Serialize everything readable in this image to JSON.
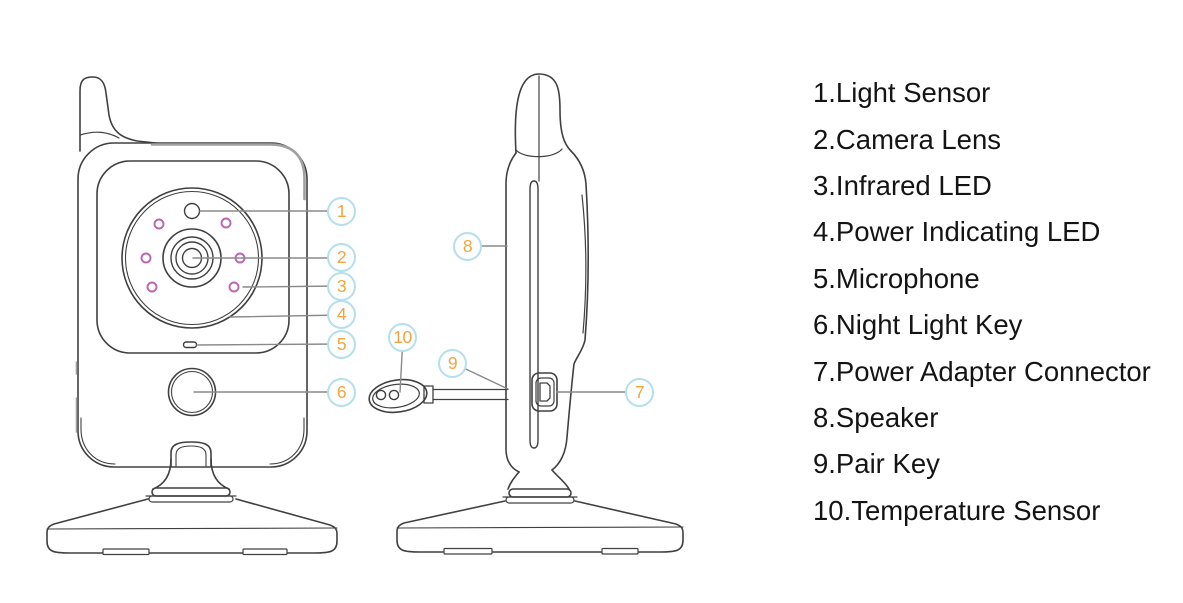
{
  "figure": {
    "views": [
      {
        "name": "front view of camera unit"
      },
      {
        "name": "side view of camera unit"
      }
    ]
  },
  "legend": {
    "items": [
      {
        "num": "1",
        "label": "Light Sensor",
        "text": "1.Light Sensor"
      },
      {
        "num": "2",
        "label": "Camera Lens",
        "text": "2.Camera Lens"
      },
      {
        "num": "3",
        "label": "Infrared LED",
        "text": "3.Infrared LED"
      },
      {
        "num": "4",
        "label": "Power Indicating LED",
        "text": "4.Power Indicating LED"
      },
      {
        "num": "5",
        "label": "Microphone",
        "text": "5.Microphone"
      },
      {
        "num": "6",
        "label": "Night Light Key",
        "text": "6.Night Light Key"
      },
      {
        "num": "7",
        "label": "Power Adapter Connector",
        "text": "7.Power Adapter Connector"
      },
      {
        "num": "8",
        "label": "Speaker",
        "text": "8.Speaker"
      },
      {
        "num": "9",
        "label": "Pair Key",
        "text": "9.Pair Key"
      },
      {
        "num": "10",
        "label": "Temperature Sensor",
        "text": "10.Temperature Sensor"
      }
    ]
  },
  "callouts": [
    {
      "num": "1"
    },
    {
      "num": "2"
    },
    {
      "num": "3"
    },
    {
      "num": "4"
    },
    {
      "num": "5"
    },
    {
      "num": "6"
    },
    {
      "num": "7"
    },
    {
      "num": "8"
    },
    {
      "num": "9"
    },
    {
      "num": "10"
    }
  ],
  "colors": {
    "outline": "#404040",
    "leader_line": "#8a8a8a",
    "callout_ring": "#b5dfea",
    "callout_number": "#f2a53c",
    "infrared_led": "#bf63b3",
    "edge_shading": "#a0a0a0",
    "legend_text": "#141414",
    "background": "#ffffff"
  }
}
